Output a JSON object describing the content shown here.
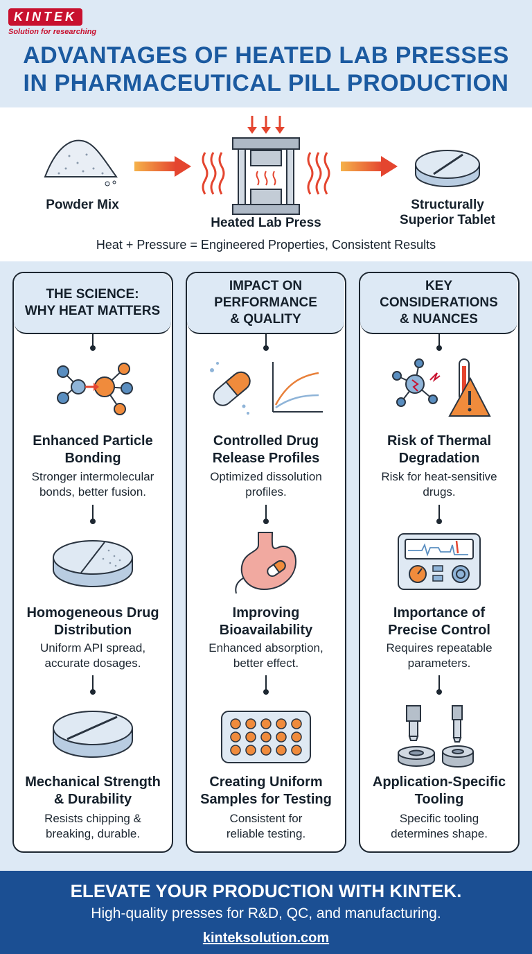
{
  "brand": {
    "name": "KINTEK",
    "tagline": "Solution for researching"
  },
  "title": {
    "line1": "ADVANTAGES OF HEATED LAB PRESSES",
    "line2": "IN PHARMACEUTICAL PILL PRODUCTION"
  },
  "process": {
    "input": "Powder Mix",
    "press": "Heated Lab Press",
    "output_line1": "Structurally",
    "output_line2": "Superior Tablet",
    "equation": "Heat + Pressure = Engineered Properties, Consistent Results"
  },
  "columns": [
    {
      "head_lines": [
        "THE SCIENCE:",
        "WHY HEAT MATTERS"
      ],
      "items": [
        {
          "icon": "molecule-bonding-icon",
          "title": [
            "Enhanced Particle",
            "Bonding"
          ],
          "text": [
            "Stronger intermolecular",
            "bonds, better fusion."
          ]
        },
        {
          "icon": "tablet-cross-section-icon",
          "title": [
            "Homogeneous Drug",
            "Distribution"
          ],
          "text": [
            "Uniform API spread,",
            "accurate dosages."
          ]
        },
        {
          "icon": "scored-tablet-icon",
          "title": [
            "Mechanical Strength",
            "& Durability"
          ],
          "text": [
            "Resists chipping &",
            "breaking, durable."
          ]
        }
      ]
    },
    {
      "head_lines": [
        "IMPACT ON",
        "PERFORMANCE",
        "& QUALITY"
      ],
      "items": [
        {
          "icon": "capsule-release-chart-icon",
          "title": [
            "Controlled Drug",
            "Release Profiles"
          ],
          "text": [
            "Optimized dissolution",
            "profiles."
          ]
        },
        {
          "icon": "stomach-icon",
          "title": [
            "Improving",
            "Bioavailability"
          ],
          "text": [
            "Enhanced absorption,",
            "better effect."
          ]
        },
        {
          "icon": "sample-tray-icon",
          "title": [
            "Creating Uniform",
            "Samples for Testing"
          ],
          "text": [
            "Consistent for",
            "reliable testing."
          ]
        }
      ]
    },
    {
      "head_lines": [
        "KEY",
        "CONSIDERATIONS",
        "& NUANCES"
      ],
      "items": [
        {
          "icon": "thermal-warning-icon",
          "title": [
            "Risk of Thermal",
            "Degradation"
          ],
          "text": [
            "Risk for heat-sensitive",
            "drugs."
          ]
        },
        {
          "icon": "control-panel-icon",
          "title": [
            "Importance of",
            "Precise Control"
          ],
          "text": [
            "Requires repeatable",
            "parameters."
          ]
        },
        {
          "icon": "tooling-punches-icon",
          "title": [
            "Application-Specific",
            "Tooling"
          ],
          "text": [
            "Specific tooling",
            "determines shape."
          ]
        }
      ]
    }
  ],
  "footer": {
    "title": "ELEVATE YOUR PRODUCTION WITH KINTEK.",
    "subtitle": "High-quality presses for R&D, QC, and manufacturing.",
    "link": "kinteksolution.com"
  },
  "colors": {
    "title_blue": "#1b5aa0",
    "footer_blue": "#1b4f93",
    "brand_red": "#c8102e",
    "header_bg": "#dde9f5",
    "accent_orange": "#e8803a"
  }
}
